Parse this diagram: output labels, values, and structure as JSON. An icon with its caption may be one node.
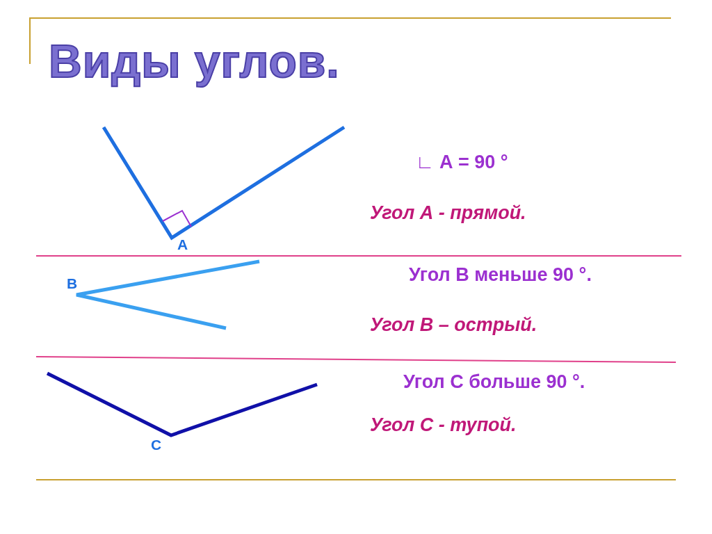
{
  "diagram": {
    "title": "Виды углов.",
    "labels": [
      "∟ А = 90 °",
      "Угол А - прямой.",
      "А",
      "В",
      "Угол В меньше 90 °.",
      "Угол В – острый.",
      "Угол С больше 90 °.",
      "Угол С - тупой.",
      "С"
    ]
  }
}
